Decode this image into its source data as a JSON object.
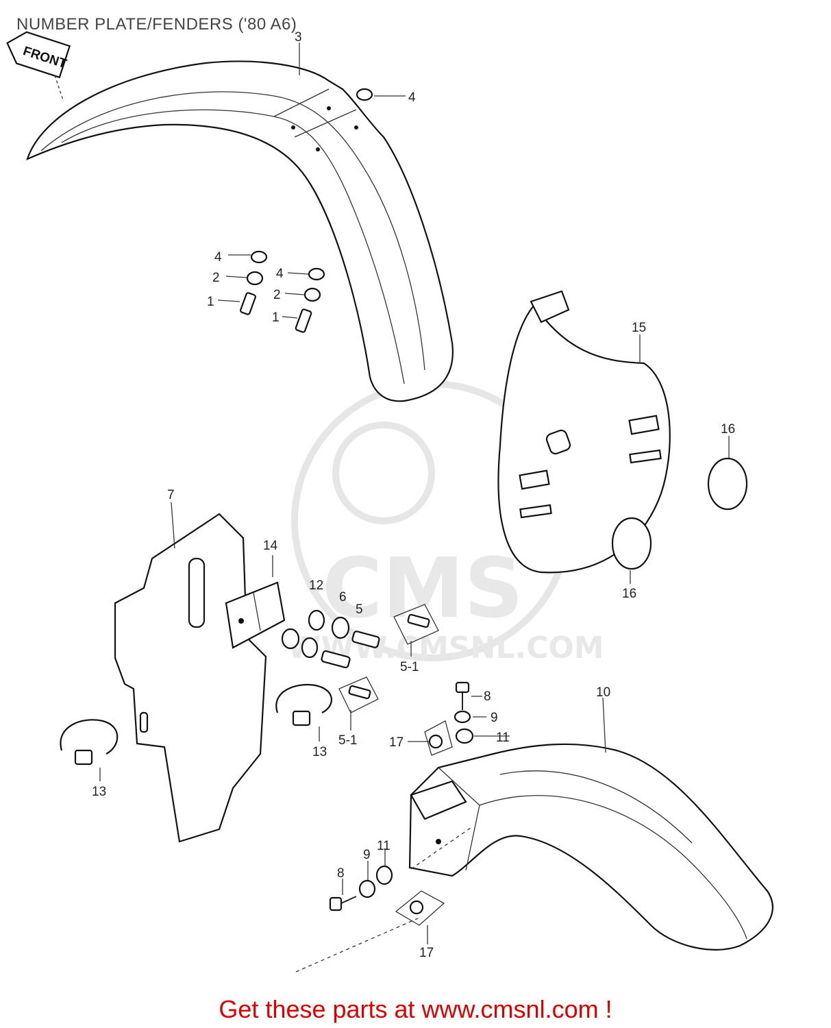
{
  "page": {
    "title": "NUMBER PLATE/FENDERS ('80 A6)",
    "promo_text": "Get these parts at www.cmsnl.com !",
    "colors": {
      "promo": "#dd0000",
      "title": "#444444",
      "lines": "#222222"
    }
  },
  "diagram": {
    "front_tag": "FRONT",
    "watermark": {
      "brand": "CMS",
      "url": "WWW.CMSNL.COM"
    },
    "callouts": [
      "3",
      "4",
      "4",
      "2",
      "1",
      "4",
      "2",
      "1",
      "15",
      "16",
      "16",
      "7",
      "14",
      "12",
      "6",
      "5",
      "5-1",
      "5-1",
      "13",
      "13",
      "8",
      "9",
      "11",
      "17",
      "10",
      "9",
      "11",
      "8",
      "17"
    ]
  }
}
